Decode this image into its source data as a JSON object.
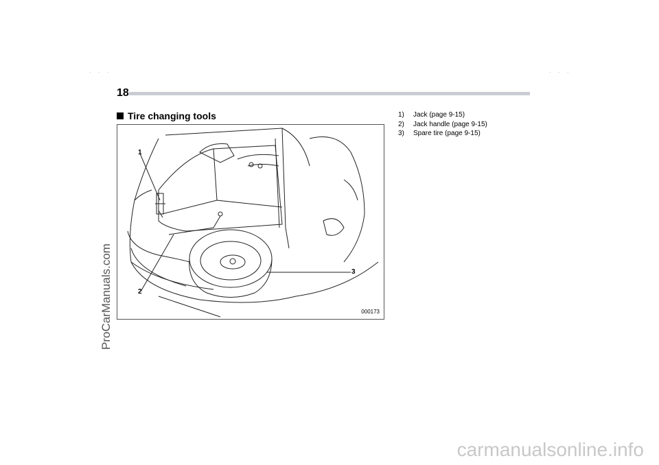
{
  "page": {
    "number": "18",
    "section_heading": "Tire changing tools",
    "figure": {
      "callouts": [
        "1",
        "2",
        "3"
      ],
      "code": "000173"
    },
    "legend": [
      {
        "num": "1)",
        "text": "Jack (page 9-15)"
      },
      {
        "num": "2)",
        "text": "Jack handle (page 9-15)"
      },
      {
        "num": "3)",
        "text": "Spare tire (page 9-15)"
      }
    ]
  },
  "watermarks": {
    "side": "ProCarManuals.com",
    "bottom": "carmanualsonline.info"
  }
}
